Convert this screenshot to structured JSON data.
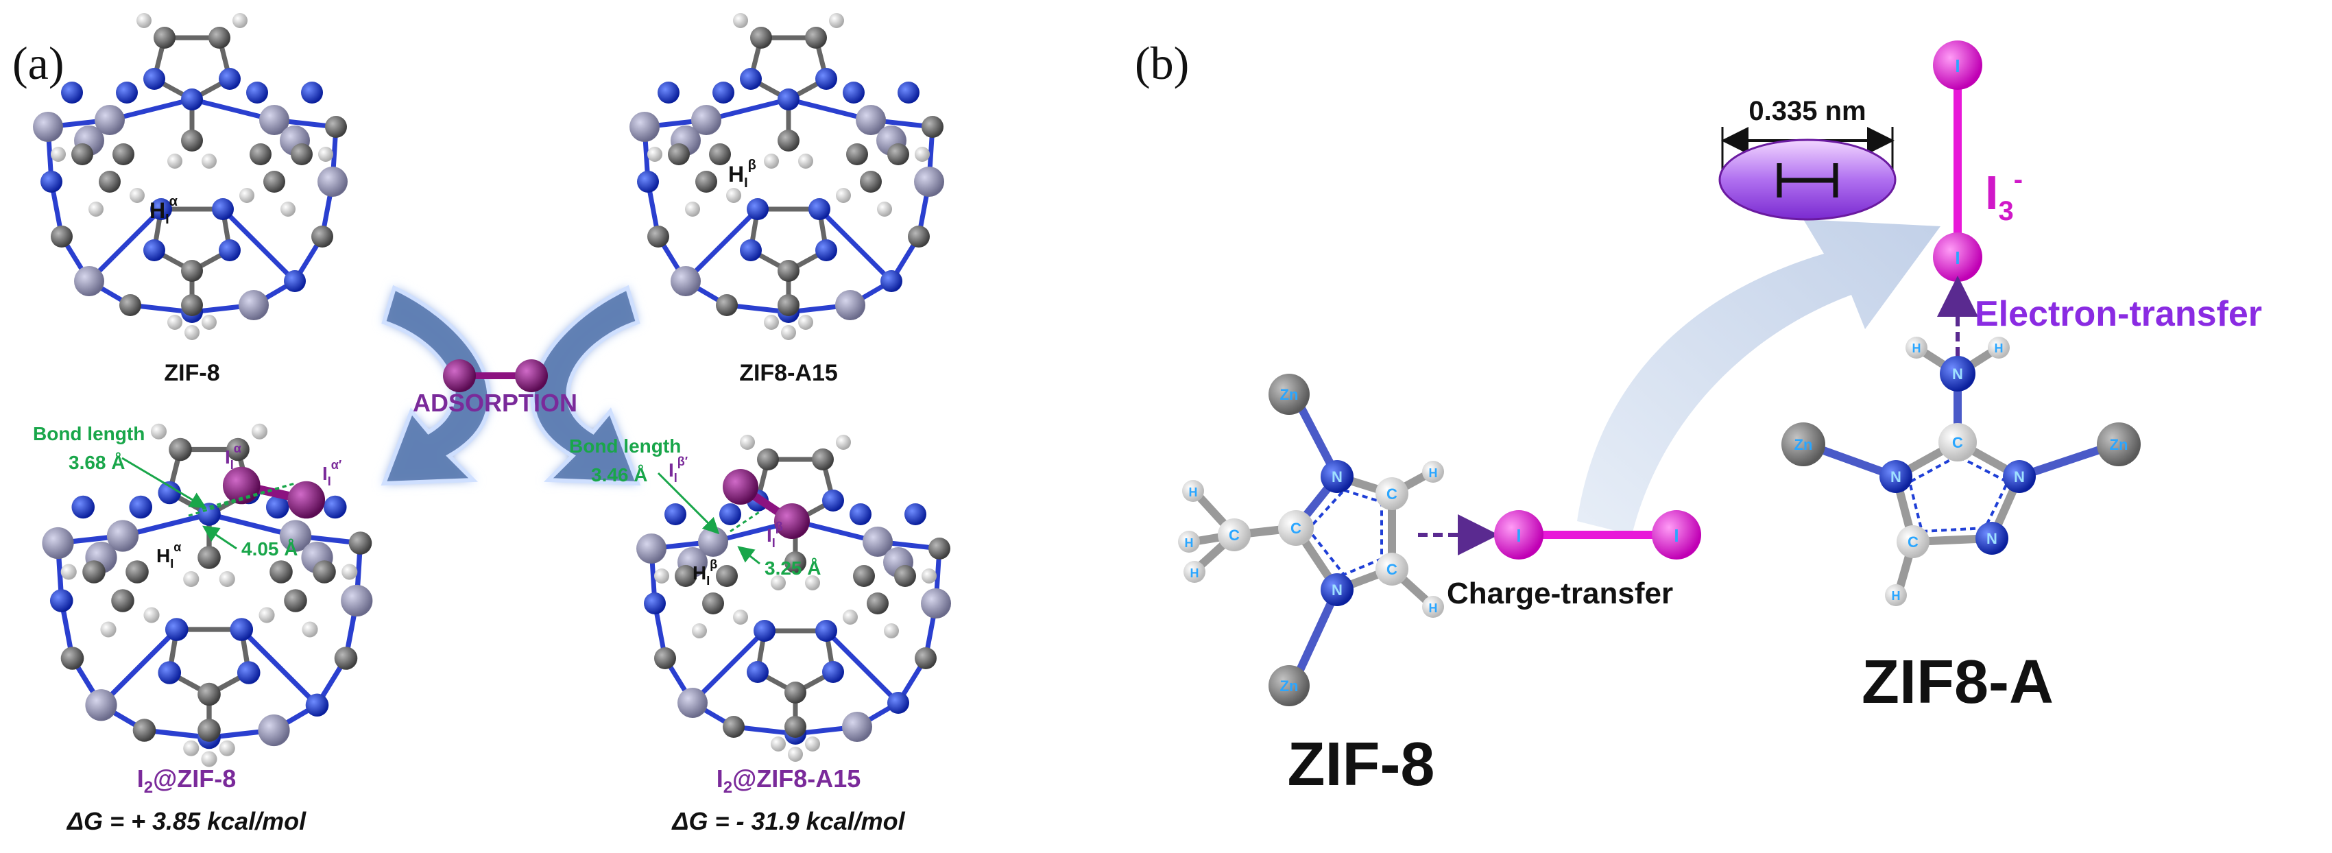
{
  "panel_a": {
    "label": "(a)",
    "top_left": {
      "name": "ZIF-8",
      "h_label_base": "H",
      "h_label_sub": "I",
      "h_label_sup": "α"
    },
    "top_right": {
      "name": "ZIF8-A15",
      "h_label_base": "H",
      "h_label_sub": "I",
      "h_label_sup": "β"
    },
    "center_label": "ADSORPTION",
    "bottom_left": {
      "bond_label": "Bond length",
      "bond_1": "3.68 Å",
      "bond_2": "4.05 Å",
      "i1_base": "I",
      "i1_sub": "I",
      "i1_sup": "α",
      "i2_base": "I",
      "i2_sub": "I",
      "i2_sup": "α′",
      "h_base": "H",
      "h_sub": "I",
      "h_sup": "α",
      "title_pre": "I",
      "title_sub": "2",
      "title_post": "@ZIF-8",
      "energy": "ΔG = + 3.85 kcal/mol"
    },
    "bottom_right": {
      "bond_label": "Bond length",
      "bond_1": "3.46 Å",
      "bond_2": "3.25 Å",
      "i1_base": "I",
      "i1_sub": "I",
      "i1_sup": "β′",
      "i2_base": "I",
      "i2_sub": "I",
      "i2_sup": "β",
      "h_base": "H",
      "h_sub": "I",
      "h_sup": "β",
      "title_pre": "I",
      "title_sub": "2",
      "title_post": "@ZIF8-A15",
      "energy": "ΔG = - 31.9 kcal/mol"
    }
  },
  "panel_b": {
    "label": "(b)",
    "left_title": "ZIF-8",
    "right_title": "ZIF8-A",
    "charge_transfer": "Charge-transfer",
    "electron_transfer": "Electron-transfer",
    "distance": "0.335 nm",
    "ion_base": "I",
    "ion_sub": "3",
    "ion_sup": "-",
    "atoms": {
      "zn": "Zn",
      "n": "N",
      "c": "C",
      "h": "H",
      "i": "I"
    }
  },
  "colors": {
    "zn": "#8a8aa8",
    "nitrogen": "#1f3fd6",
    "carbon": "#6b6b6b",
    "hydrogen": "#e2e2e2",
    "iodine": "#e818d8",
    "iodine_dark": "#8c1280",
    "purple_text": "#7a2a9a",
    "green_text": "#19a64a",
    "arrow_blue": "#7f9cc8",
    "electron_violet": "#8a2be2"
  }
}
